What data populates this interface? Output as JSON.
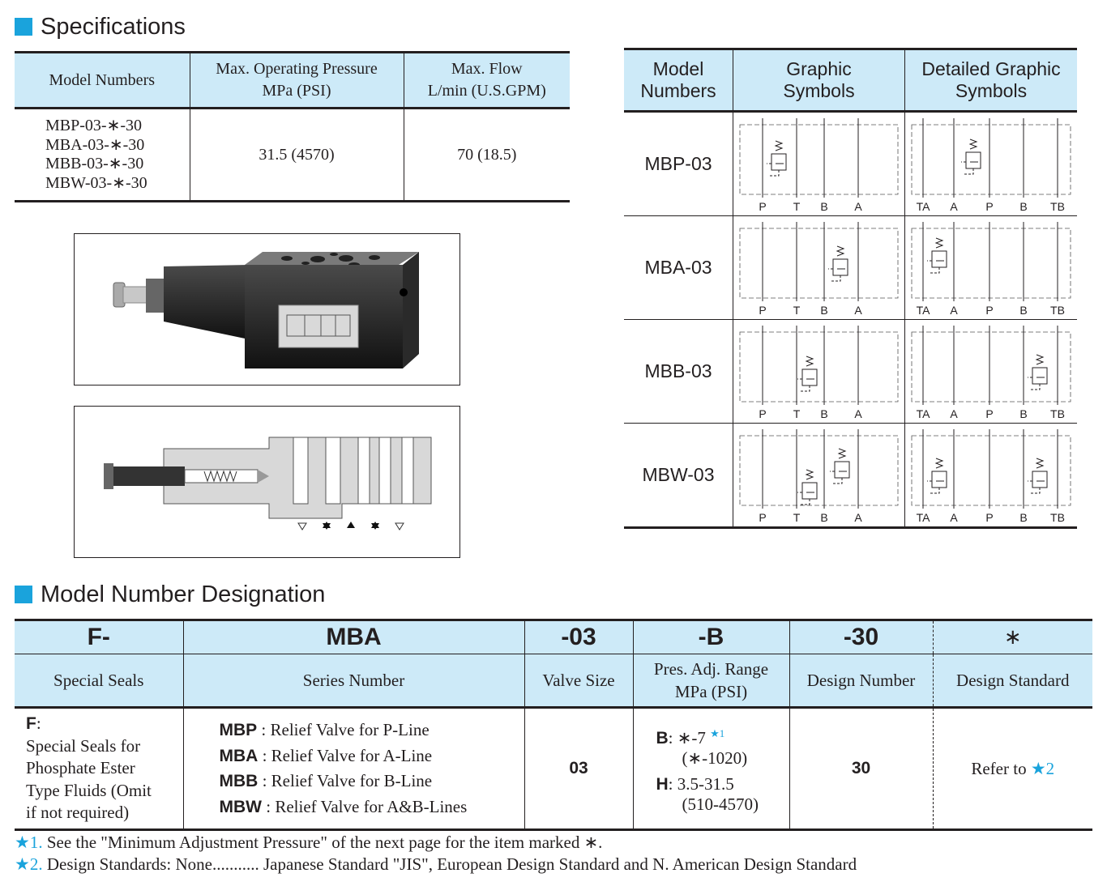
{
  "specifications": {
    "title": "Specifications",
    "table": {
      "headers": [
        "Model Numbers",
        "Max. Operating Pressure",
        "MPa (PSI)",
        "Max. Flow",
        "L/min (U.S.GPM)"
      ],
      "models": [
        "MBP-03-∗-30",
        "MBA-03-∗-30",
        "MBB-03-∗-30",
        "MBW-03-∗-30"
      ],
      "pressure": "31.5 (4570)",
      "flow": "70 (18.5)"
    }
  },
  "symbols": {
    "headers": [
      "Model",
      "Numbers",
      "Graphic",
      "Symbols",
      "Detailed Graphic",
      "Symbols"
    ],
    "rows": [
      {
        "model": "MBP-03"
      },
      {
        "model": "MBA-03"
      },
      {
        "model": "MBB-03"
      },
      {
        "model": "MBW-03"
      }
    ],
    "graphic_ports": [
      "P",
      "T",
      "B",
      "A"
    ],
    "detailed_ports": [
      "TA",
      "A",
      "P",
      "B",
      "TB"
    ]
  },
  "designation": {
    "title": "Model Number Designation",
    "codes": [
      "F-",
      "MBA",
      "-03",
      "-B",
      "-30",
      "∗"
    ],
    "names": [
      "Special Seals",
      "Series Number",
      "Valve Size",
      "Pres. Adj. Range",
      "MPa (PSI)",
      "Design Number",
      "Design Standard"
    ],
    "seals": {
      "code": "F",
      "colon": ":",
      "text": [
        "Special Seals for",
        "Phosphate Ester",
        "Type Fluids (Omit",
        "if not required)"
      ]
    },
    "series": [
      {
        "code": "MBP",
        "desc": ": Relief Valve for P-Line"
      },
      {
        "code": "MBA",
        "desc": ": Relief Valve for A-Line"
      },
      {
        "code": "MBB",
        "desc": ": Relief Valve for B-Line"
      },
      {
        "code": "MBW",
        "desc": ": Relief Valve for A&B-Lines"
      }
    ],
    "valve_size": "03",
    "pres_range": [
      {
        "code": "B",
        "value": ": ∗-7",
        "note": "★1",
        "sub": "(∗-1020)"
      },
      {
        "code": "H",
        "value": ": 3.5-31.5",
        "note": "",
        "sub": "(510-4570)"
      }
    ],
    "design_number": "30",
    "design_standard": {
      "text": "Refer to ",
      "note": "★2"
    }
  },
  "footnotes": [
    {
      "mark": "★1.",
      "text": "See the \"Minimum Adjustment Pressure\" of the next page for the item marked ∗."
    },
    {
      "mark": "★2.",
      "text": "Design Standards:   None........... Japanese Standard \"JIS\", European Design Standard and N. American Design Standard"
    }
  ],
  "colors": {
    "accent": "#1aa3dc",
    "header_bg": "#cdeaf8",
    "line": "#231f20"
  }
}
